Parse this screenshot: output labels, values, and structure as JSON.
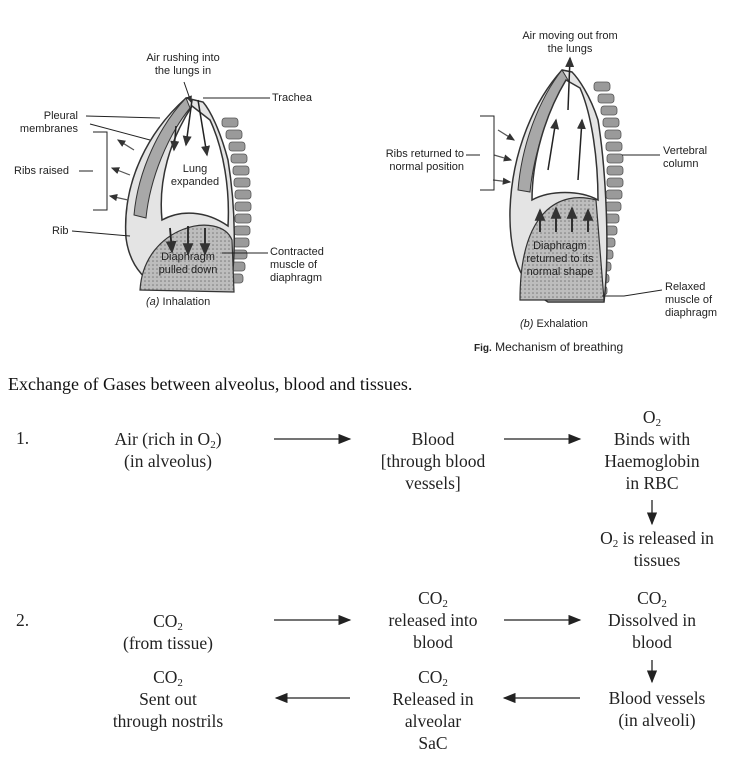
{
  "figure": {
    "inhalation": {
      "air_label_1": "Air rushing into",
      "air_label_2": "the lungs in",
      "trachea": "Trachea",
      "pleural_1": "Pleural",
      "pleural_2": "membranes",
      "ribs_raised": "Ribs raised",
      "lung_1": "Lung",
      "lung_2": "expanded",
      "rib": "Rib",
      "diaphragm_1": "Diaphragm",
      "diaphragm_2": "pulled down",
      "contracted_1": "Contracted",
      "contracted_2": "muscle of",
      "contracted_3": "diaphragm",
      "caption_letter": "(a)",
      "caption_text": "Inhalation"
    },
    "exhalation": {
      "air_label_1": "Air moving out from",
      "air_label_2": "the lungs",
      "ribs_returned_1": "Ribs returned to",
      "ribs_returned_2": "normal position",
      "vertebral_1": "Vertebral",
      "vertebral_2": "column",
      "diaphragm_1": "Diaphragm",
      "diaphragm_2": "returned to its",
      "diaphragm_3": "normal shape",
      "relaxed_1": "Relaxed",
      "relaxed_2": "muscle of",
      "relaxed_3": "diaphragm",
      "caption_letter": "(b)",
      "caption_text": "Exhalation"
    },
    "fig_prefix": "Fig.",
    "fig_title": "Mechanism of breathing"
  },
  "heading": "Exchange of Gases between alveolus, blood and tissues.",
  "flow1": {
    "number": "1.",
    "air_1": "Air (rich in O",
    "air_sub": "2",
    "air_2": ")",
    "air_3": "(in alveolus)",
    "blood_1": "Blood",
    "blood_2": "[through blood",
    "blood_3": "vessels]",
    "o2_symbol": "O",
    "o2_sub": "2",
    "binds_1": "Binds with",
    "binds_2": "Haemoglobin",
    "binds_3": "in RBC",
    "released_symbol": "O",
    "released_sub": "2",
    "released_1": "is released in",
    "released_2": "tissues"
  },
  "flow2": {
    "number": "2.",
    "co2_symbol": "CO",
    "co2_sub": "2",
    "from_tissue": "(from tissue)",
    "released_blood_1": "released into",
    "released_blood_2": "blood",
    "dissolved_1": "Dissolved in",
    "dissolved_2": "blood",
    "vessels_1": "Blood vessels",
    "vessels_2": "(in alveoli)",
    "alveolar_1": "Released in",
    "alveolar_2": "alveolar",
    "alveolar_3": "SaC",
    "sent_1": "Sent out",
    "sent_2": "through nostrils"
  }
}
